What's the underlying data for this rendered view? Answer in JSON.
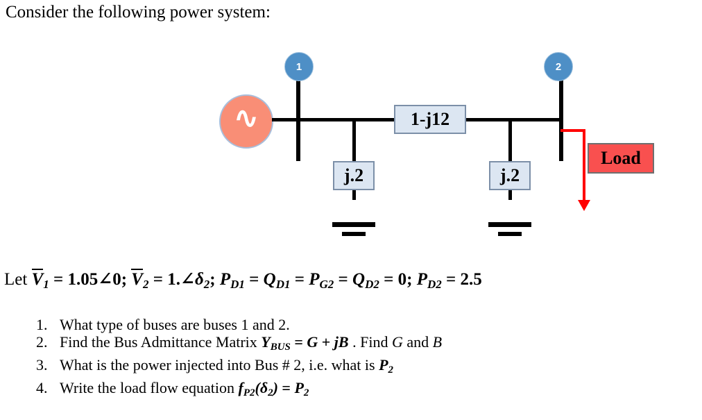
{
  "intro": {
    "text": "Consider the following power system:"
  },
  "diagram": {
    "generator": {
      "symbol": "∿",
      "name": "ac-source"
    },
    "buses": [
      {
        "label": "1"
      },
      {
        "label": "2"
      }
    ],
    "line_impedance": {
      "label": "1-j12"
    },
    "shunt_elements": [
      {
        "label": "j.2"
      },
      {
        "label": "j.2"
      }
    ],
    "load": {
      "label": "Load"
    },
    "colors": {
      "generator_fill": "#F98E76",
      "bus_badge_fill": "#4E8FC6",
      "impedance_box_fill": "#DCE6F2",
      "impedance_box_border": "#7C8FA8",
      "load_fill": "#F9504F",
      "load_border": "#6F6F6F",
      "load_arrow": "#FF0000",
      "wire": "#000000"
    }
  },
  "given": {
    "prefix": "Let",
    "v1_symbol": "V",
    "v1_sub": "1",
    "v1_value": "1.05∠0",
    "v2_symbol": "V",
    "v2_sub": "2",
    "v2_value": "1.∠",
    "delta_symbol": "δ",
    "delta_sub": "2",
    "pd1": "P",
    "pd1_sub": "D1",
    "qd1": "Q",
    "qd1_sub": "D1",
    "pg2": "P",
    "pg2_sub": "G2",
    "qd2": "Q",
    "qd2_sub": "D2",
    "zero_value": "0",
    "pd2": "P",
    "pd2_sub": "D2",
    "pd2_value": "2.5",
    "equals": "=",
    "semicolon": ";"
  },
  "questions": [
    {
      "number": "1.",
      "text": "What type of buses are buses 1 and 2."
    },
    {
      "number": "2.",
      "lead": "Find the Bus Admittance Matrix",
      "y_symbol": "Y",
      "y_sub": "BUS",
      "eq": "=",
      "g_symbol": "G",
      "plus": "+",
      "j_symbol": "j",
      "b_symbol": "B",
      "tail": ". Find",
      "g_italic": "G",
      "and": "and",
      "b_italic": "B"
    },
    {
      "number": "3.",
      "lead": "What is the power injected into Bus # 2, i.e. what is",
      "p_symbol": "P",
      "p_sub": "2"
    },
    {
      "number": "4.",
      "lead": "Write the load flow equation",
      "f_symbol": "f",
      "f_sub": "P2",
      "open_paren": "(",
      "delta_symbol": "δ",
      "delta_sub": "2",
      "close_paren": ")",
      "eq": "=",
      "p_symbol": "P",
      "p_sub": "2"
    }
  ]
}
